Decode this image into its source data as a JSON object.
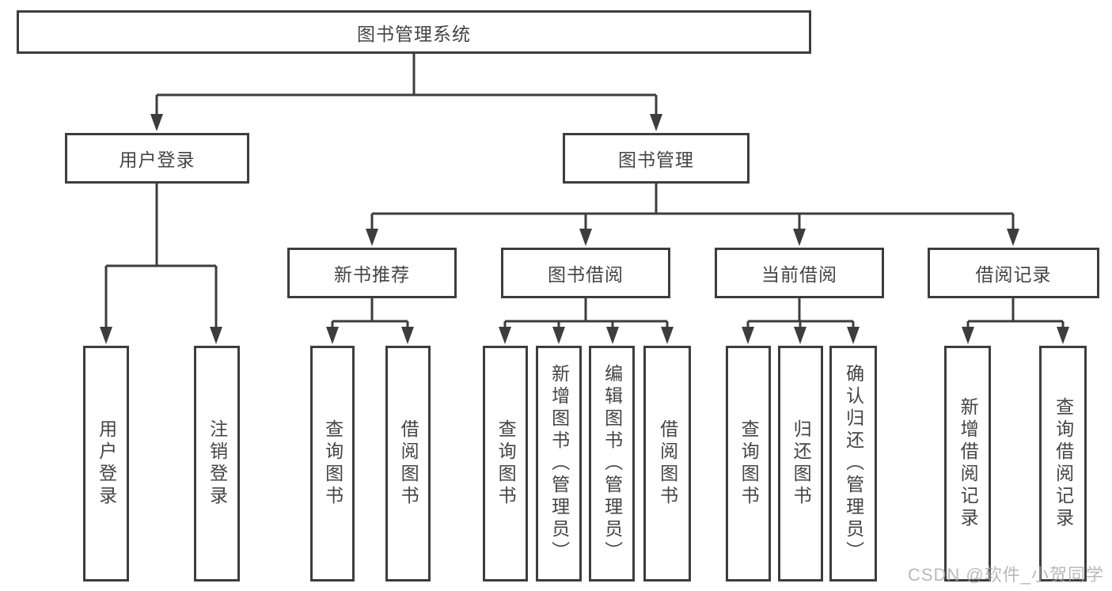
{
  "diagram": {
    "title": "图书管理系统",
    "root": {
      "label": "图书管理系统"
    },
    "branches": [
      {
        "label": "用户登录",
        "children": [
          {
            "label": "用户登录"
          },
          {
            "label": "注销登录"
          }
        ]
      },
      {
        "label": "图书管理",
        "children": [
          {
            "label": "新书推荐",
            "children": [
              {
                "label": "查询图书"
              },
              {
                "label": "借阅图书"
              }
            ]
          },
          {
            "label": "图书借阅",
            "children": [
              {
                "label": "查询图书"
              },
              {
                "label": "新增图书（管理员）"
              },
              {
                "label": "编辑图书（管理员）"
              },
              {
                "label": "借阅图书"
              }
            ]
          },
          {
            "label": "当前借阅",
            "children": [
              {
                "label": "查询图书"
              },
              {
                "label": "归还图书"
              },
              {
                "label": "确认归还（管理员）"
              }
            ]
          },
          {
            "label": "借阅记录",
            "children": [
              {
                "label": "新增借阅记录"
              },
              {
                "label": "查询借阅记录"
              }
            ]
          }
        ]
      }
    ]
  },
  "watermark": "CSDN @软件_小贺同学",
  "colors": {
    "line": "#3d3d3d",
    "box_border": "#3d3d3d",
    "text": "#444444",
    "background": "#ffffff",
    "watermark": "#a8a8a8"
  }
}
